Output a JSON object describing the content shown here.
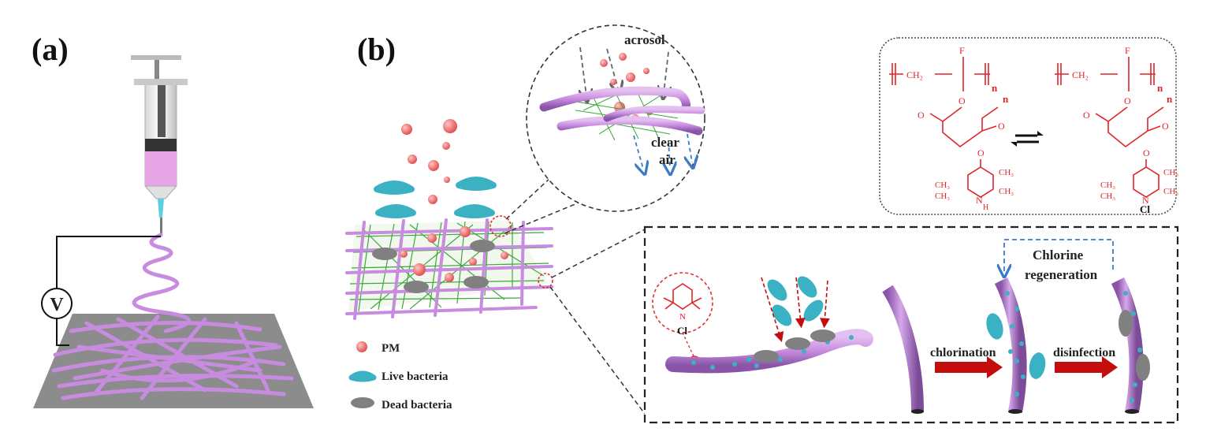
{
  "panels": {
    "a": {
      "label": "(a)"
    },
    "b": {
      "label": "(b)"
    }
  },
  "apparatus": {
    "voltage_symbol": "V"
  },
  "zoom_labels": {
    "aerosol": "acrosol",
    "clear": "clear",
    "air": "air"
  },
  "legend": [
    {
      "label": "PM",
      "color": "#e8696b"
    },
    {
      "label": "Live bacteria",
      "color": "#3bb2c4"
    },
    {
      "label": "Dead bacteria",
      "color": "#808080"
    }
  ],
  "chemistry": {
    "ch2": "CH₂",
    "fluorine": "F",
    "n": "n",
    "oxygen": "O",
    "methyl": "CH₃",
    "nitrogen": "N",
    "hydrogen": "H",
    "chlorine": "Cl"
  },
  "process": {
    "regeneration_line1": "Chlorine",
    "regeneration_line2": "regeneration",
    "chlorination": "chlorination",
    "disinfection": "disinfection",
    "inset_chlorine": "Cl",
    "inset_nitrogen": "N"
  },
  "colors": {
    "fiber": "#c78be0",
    "mesh": "#3aa83a",
    "pm": "#e8696b",
    "live": "#3bb2c4",
    "dead": "#808080",
    "chem": "#e0242a",
    "arrow": "#c40d0d",
    "dash_blue": "#3a7bc8"
  }
}
